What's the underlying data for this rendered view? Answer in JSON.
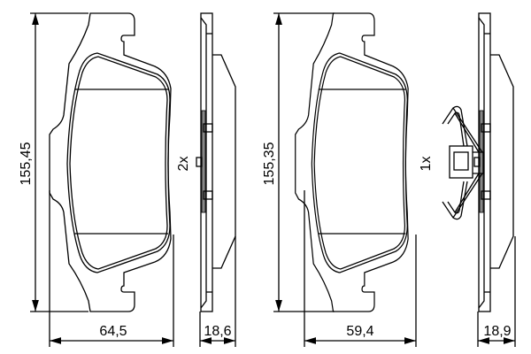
{
  "labels": {
    "pad1_height": "155,45",
    "pad1_width": "64,5",
    "pad1_thickness": "18,6",
    "pad1_qty": "2x",
    "pad2_height": "155,35",
    "pad2_width": "59,4",
    "pad2_thickness": "18,9",
    "clip_qty": "1x"
  }
}
